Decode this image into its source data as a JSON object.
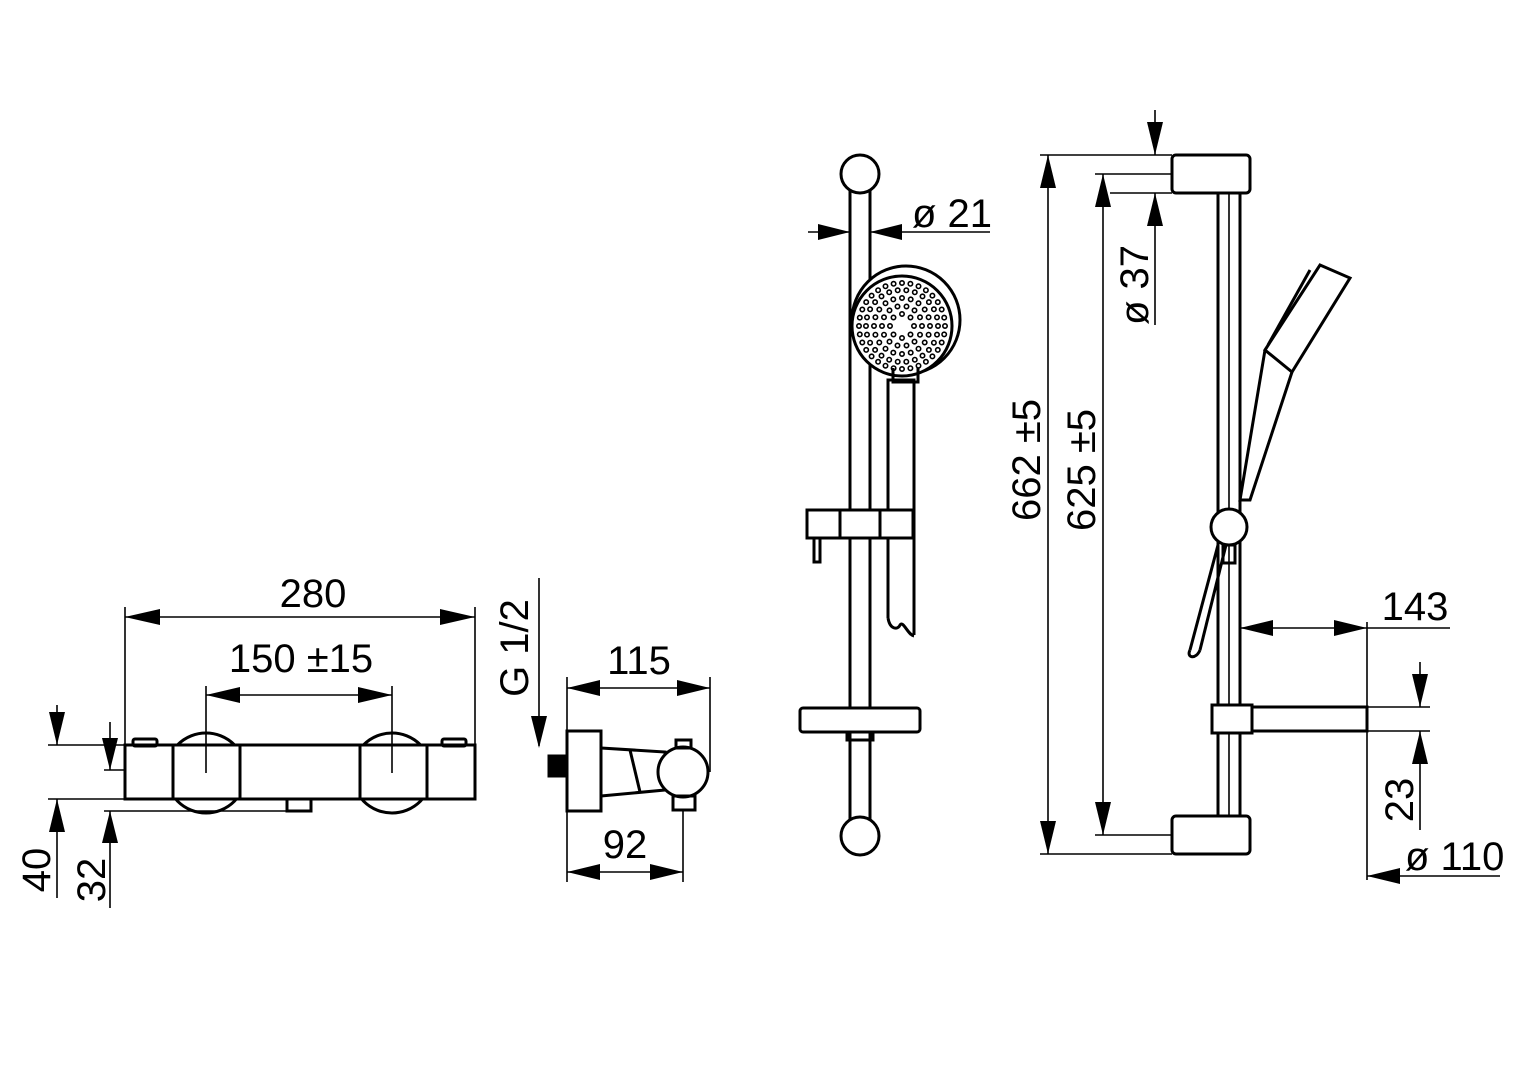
{
  "drawing": {
    "thermostat_front": {
      "width_label": "280",
      "centre_label": "150 ±15",
      "height_label": "40",
      "inner_height_label": "32"
    },
    "thermostat_side": {
      "connection_label": "G 1/2",
      "depth_label": "115",
      "inner_depth_label": "92"
    },
    "rail_front": {
      "rail_diameter_label": "ø 21"
    },
    "rail_side": {
      "overall_height_label": "662 ±5",
      "fixing_distance_label": "625 ±5",
      "bracket_diameter_label": "ø 37",
      "projection_label": "143",
      "shelf_thickness_label": "23",
      "shelf_diameter_label": "ø 110"
    }
  }
}
